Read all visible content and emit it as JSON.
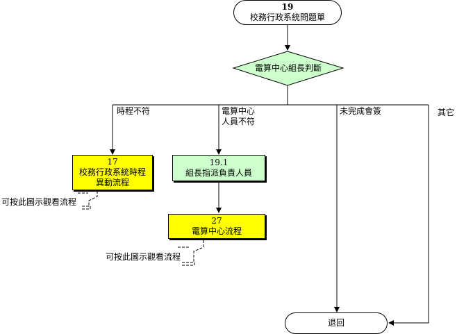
{
  "start": {
    "number": "19",
    "title": "校務行政系統問題單"
  },
  "decision": {
    "label": "電算中心組長判斷"
  },
  "branches": {
    "schedule": "時程不符",
    "staff_line1": "電算中心",
    "staff_line2": "人員不符",
    "incomplete": "未完成會簽",
    "other": "其它"
  },
  "box17": {
    "number": "17",
    "line1": "校務行政系統時程",
    "line2": "異動流程"
  },
  "box191": {
    "number": "19.1",
    "line1": "組長指派負責人員"
  },
  "box27": {
    "number": "27",
    "line1": "電算中心流程"
  },
  "hints": {
    "hint1": "可按此圖示觀看流程",
    "hint2": "可按此圖示觀看流程"
  },
  "end": {
    "label": "退回"
  },
  "colors": {
    "yellow": "#ffff00",
    "green": "#ccffcc",
    "diamond": "#ccffcc"
  }
}
